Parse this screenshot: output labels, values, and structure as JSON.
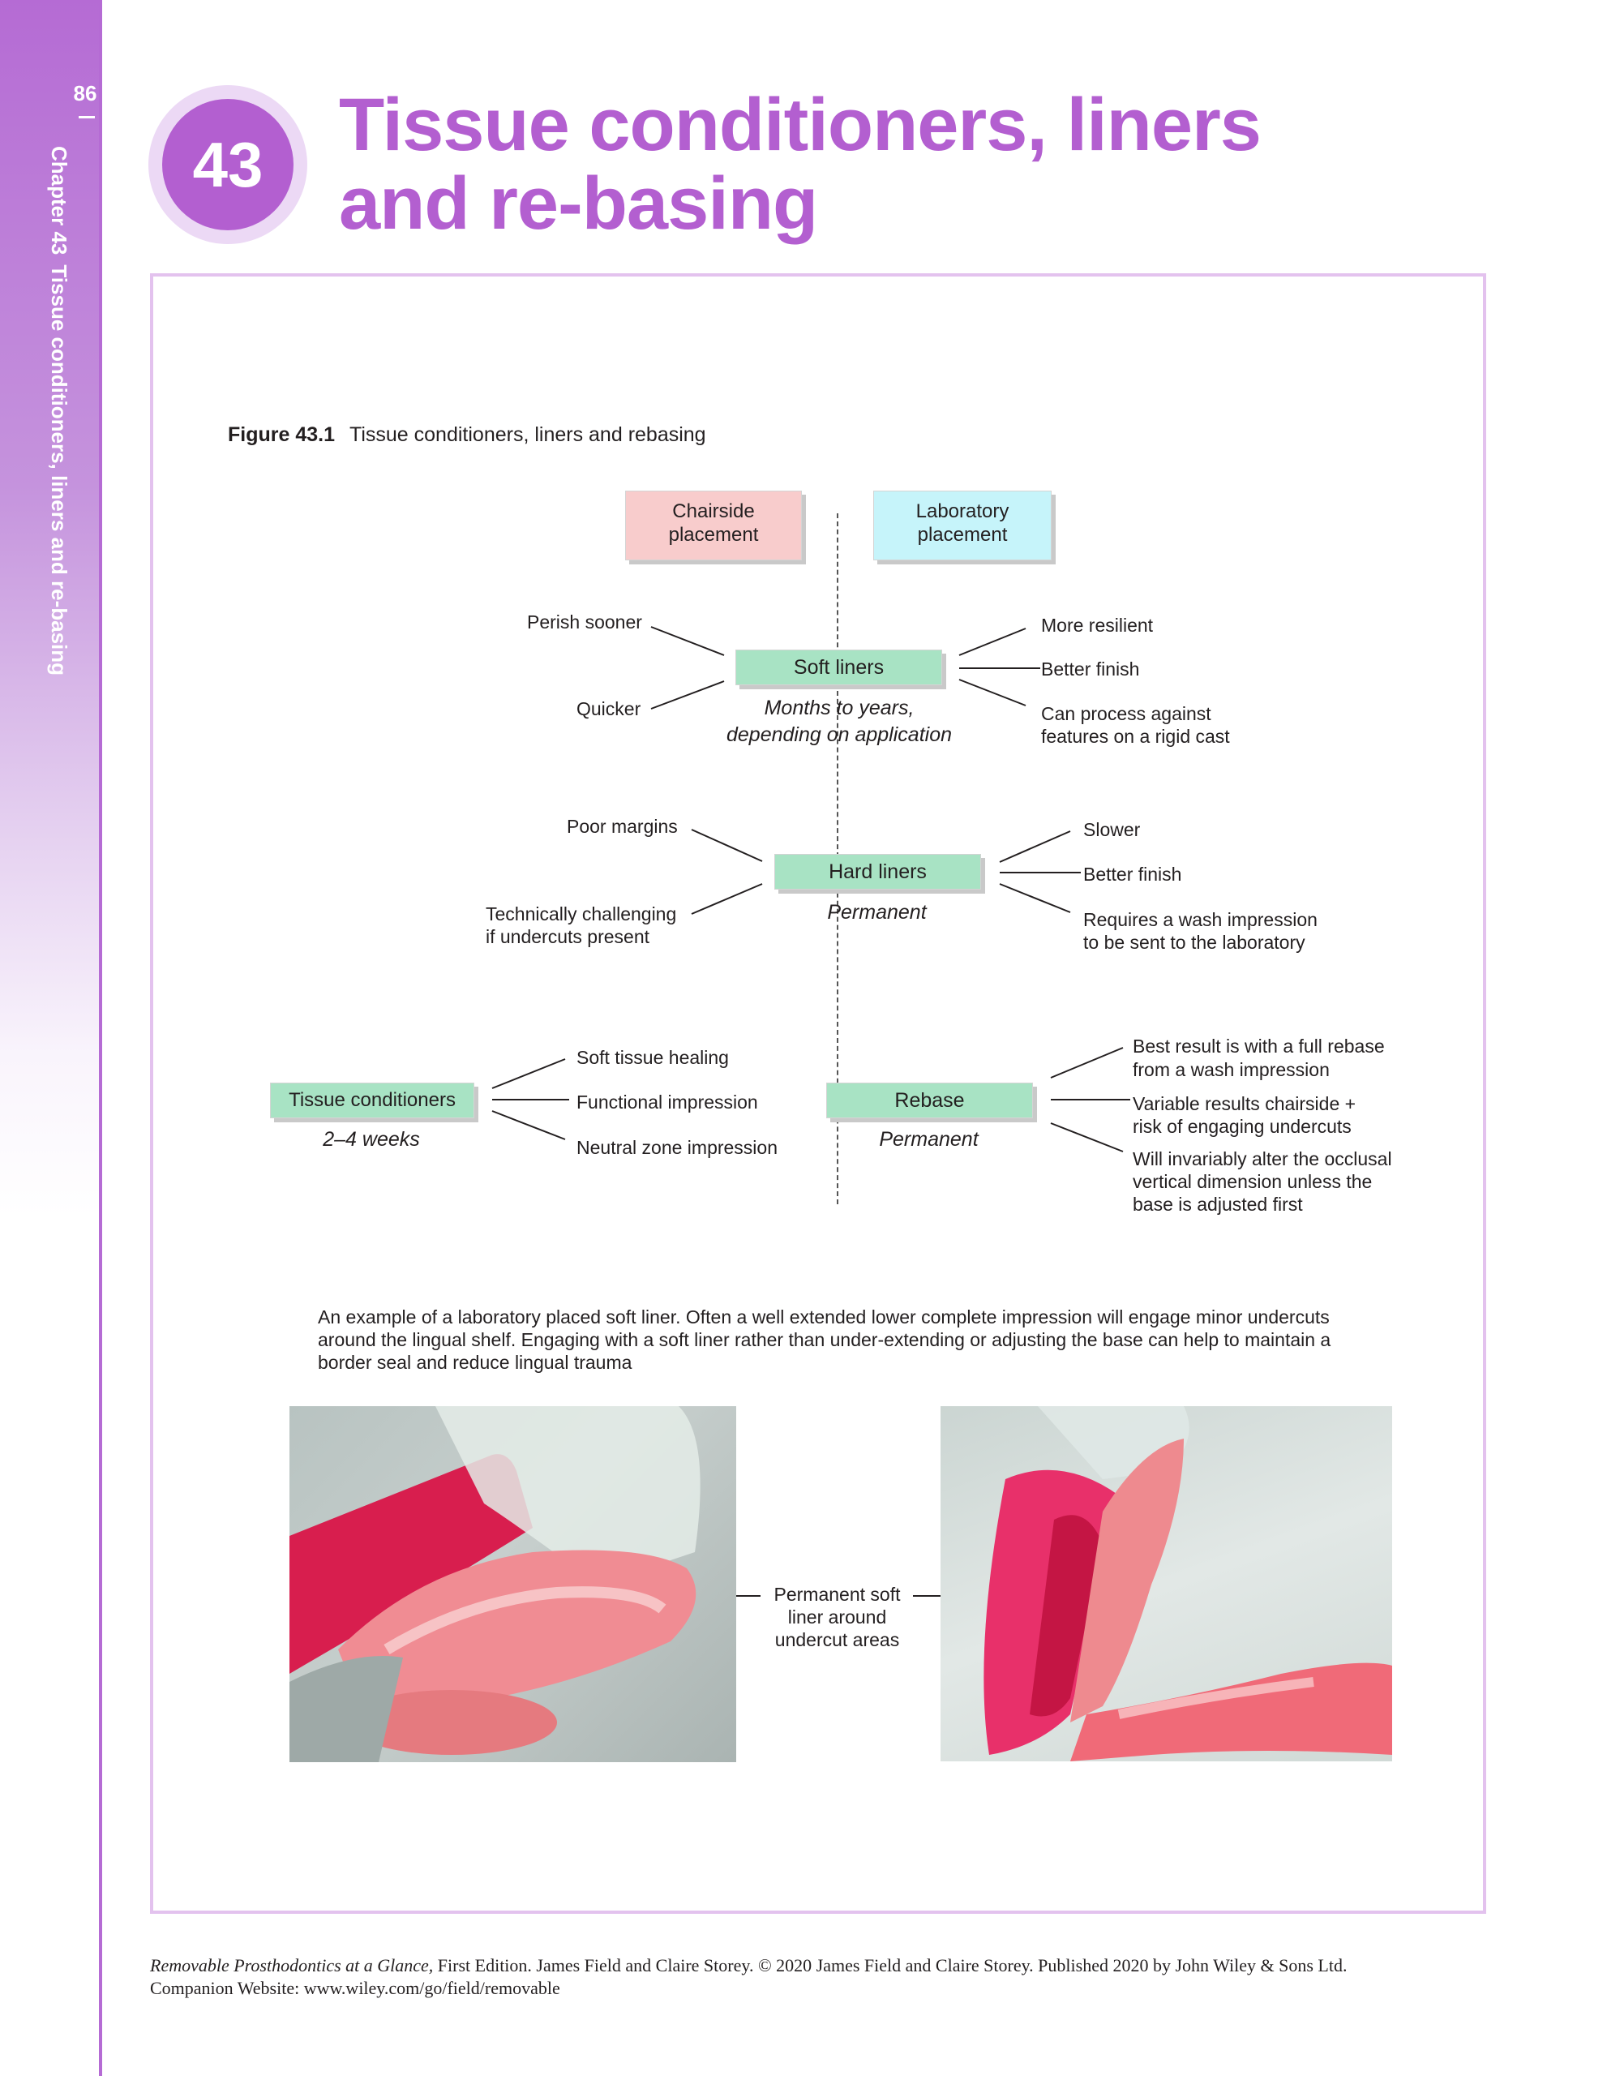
{
  "page": {
    "number": "86",
    "running_head": {
      "chapter": "Chapter 43",
      "title": "Tissue conditioners, liners and re-basing"
    }
  },
  "chapter": {
    "number": "43",
    "title_line1": "Tissue conditioners, liners",
    "title_line2": "and re-basing"
  },
  "figure": {
    "label": "Figure 43.1",
    "caption": "Tissue conditioners, liners and rebasing",
    "headers": {
      "chairside": [
        "Chairside",
        "placement"
      ],
      "laboratory": [
        "Laboratory",
        "placement"
      ]
    },
    "soft_liners": {
      "title": "Soft liners",
      "duration": [
        "Months to years,",
        "depending on application"
      ],
      "chairside": [
        "Perish sooner",
        "Quicker"
      ],
      "laboratory": [
        "More resilient",
        "Better finish",
        "Can process against",
        "features on a rigid cast"
      ]
    },
    "hard_liners": {
      "title": "Hard liners",
      "duration": "Permanent",
      "chairside": [
        "Poor margins",
        "Technically challenging",
        "if undercuts present"
      ],
      "laboratory": [
        "Slower",
        "Better finish",
        "Requires a wash impression",
        "to be sent to the laboratory"
      ]
    },
    "tissue_conditioners": {
      "title": "Tissue conditioners",
      "duration": "2–4 weeks",
      "uses": [
        "Soft tissue healing",
        "Functional impression",
        "Neutral zone impression"
      ]
    },
    "rebase": {
      "title": "Rebase",
      "duration": "Permanent",
      "notes": [
        "Best result is with a full rebase",
        "from a wash impression",
        "Variable results chairside +",
        "risk of engaging undercuts",
        "Will invariably alter the occlusal",
        "vertical dimension unless the",
        "base is adjusted first"
      ]
    },
    "example_text": "An example of a laboratory placed soft liner. Often a well extended lower complete impression will engage minor undercuts around the lingual shelf. Engaging with a soft liner rather than under-extending or adjusting the base can help to maintain a border seal and reduce lingual trauma",
    "photo_annotation": [
      "Permanent soft",
      "liner around",
      "undercut areas"
    ]
  },
  "footer": {
    "book_title": "Removable Prosthodontics at a Glance,",
    "line1_rest": " First Edition. James Field and Claire Storey. © 2020 James Field and Claire Storey. Published 2020 by John Wiley & Sons Ltd.",
    "line2": "Companion Website: www.wiley.com/go/field/removable"
  },
  "colors": {
    "accent": "#b35fd0",
    "accent_light": "#ecd9f5",
    "frame": "#e3c2ee",
    "chairside_box": "#f8cccc",
    "laboratory_box": "#c6f4fa",
    "category_box": "#a8e3c4"
  }
}
